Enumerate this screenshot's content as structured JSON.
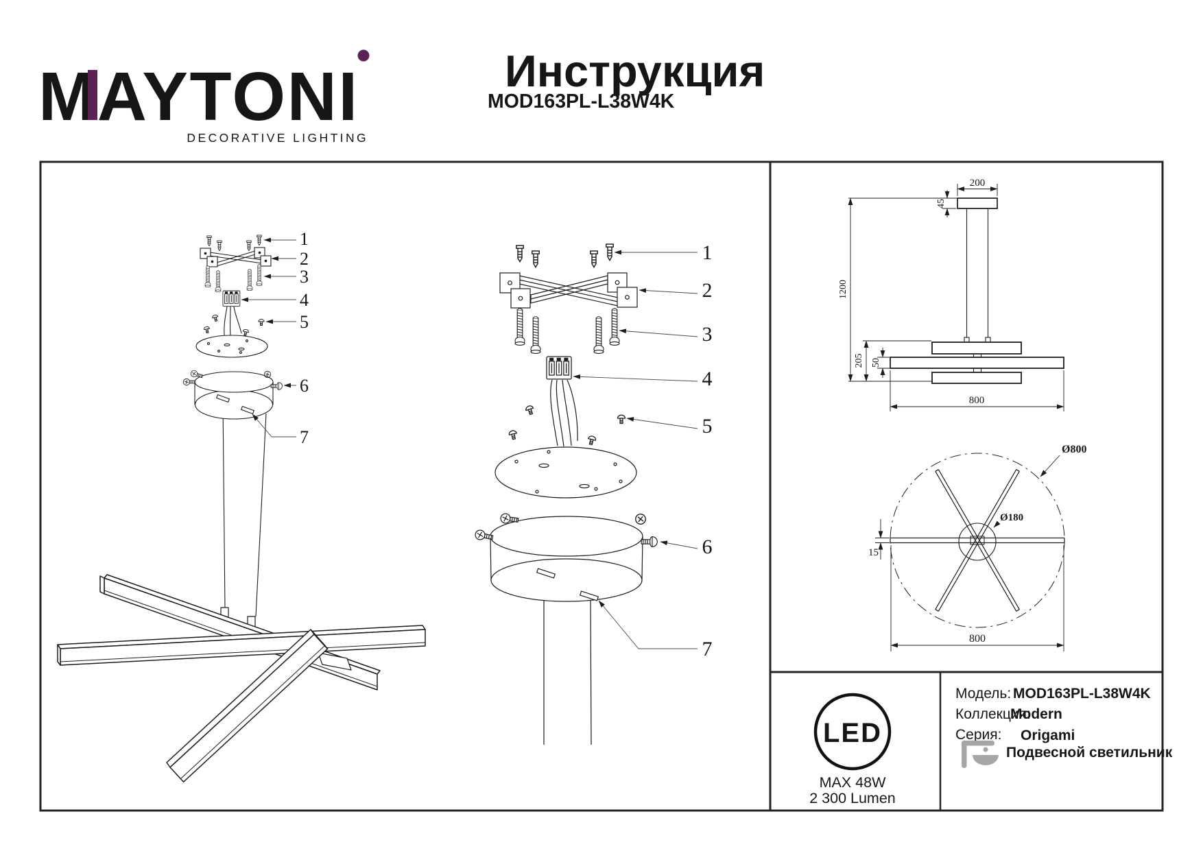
{
  "header": {
    "brand": "MAYTONI",
    "tagline": "DECORATIVE LIGHTING",
    "title": "Инструкция",
    "model": "MOD163PL-L38W4K"
  },
  "colors": {
    "brand_purple": "#5b2355",
    "line": "#1c1c1c",
    "icon_gray": "#a6a6a6"
  },
  "parts": {
    "small": [
      "1",
      "2",
      "3",
      "4",
      "5",
      "6",
      "7"
    ],
    "large": [
      "1",
      "2",
      "3",
      "4",
      "5",
      "6",
      "7"
    ]
  },
  "dims": {
    "side": {
      "width_top": "200",
      "canopy_height": "45",
      "drop": "1200",
      "fixture_height": "205",
      "bar_height": "50",
      "width": "800"
    },
    "top": {
      "outer": "Ø800",
      "inner": "Ø180",
      "thickness": "15",
      "width": "800"
    }
  },
  "spec": {
    "led": "LED",
    "max_power": "MAX 48W",
    "lumen": "2 300 Lumen",
    "model_label": "Модель:",
    "model_value": "MOD163PL-L38W4K",
    "collection_label": "Коллекция:",
    "collection_value": "Modern",
    "series_label": "Серия:",
    "series_value": "Origami",
    "product_type": "Подвесной светильник"
  }
}
